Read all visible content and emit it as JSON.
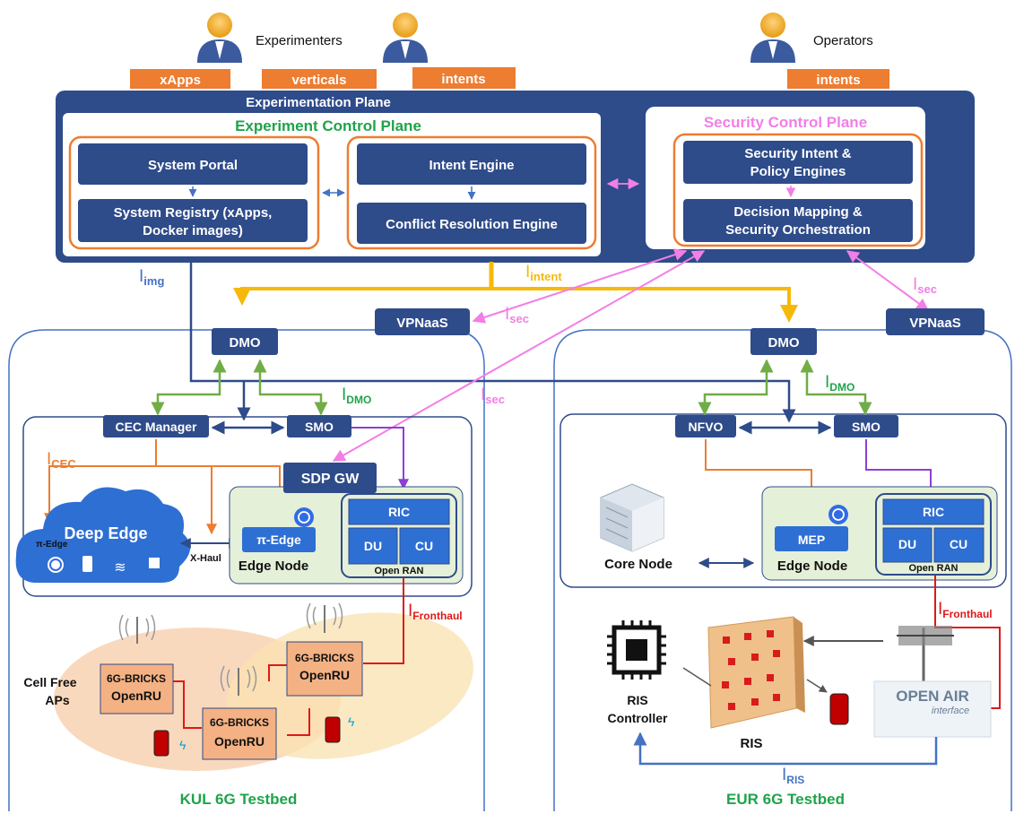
{
  "actors": {
    "experimenters": "Experimenters",
    "operators": "Operators"
  },
  "inputs": {
    "xapps": "xApps",
    "verticals": "verticals",
    "intents_exp": "intents",
    "intents_op": "intents"
  },
  "experimentation_plane": {
    "title": "Experimentation Plane",
    "ecp": {
      "title": "Experiment Control Plane",
      "system_portal": "System Portal",
      "system_registry_l1": "System Registry (xApps,",
      "system_registry_l2": "Docker images)",
      "intent_engine": "Intent Engine",
      "conflict_resolution": "Conflict Resolution Engine"
    },
    "scp": {
      "title": "Security Control Plane",
      "security_intent_l1": "Security Intent &",
      "security_intent_l2": "Policy Engines",
      "decision_mapping_l1": "Decision Mapping &",
      "decision_mapping_l2": "Security Orchestration"
    }
  },
  "interfaces": {
    "i": "I",
    "img": "img",
    "intent": "intent",
    "sec": "sec",
    "dmo": "DMO",
    "cec": "CEC",
    "fronthaul": "Fronthaul",
    "ris": "RIS"
  },
  "kul": {
    "vpnaas": "VPNaaS",
    "dmo": "DMO",
    "cec_manager": "CEC Manager",
    "smo": "SMO",
    "sdp_gw": "SDP GW",
    "deep_edge": "Deep Edge",
    "pi_edge_small": "π-Edge",
    "x_haul": "X-Haul",
    "pi_edge": "π-Edge",
    "edge_node": "Edge Node",
    "ric": "RIC",
    "du": "DU",
    "cu": "CU",
    "open_ran": "Open RAN",
    "cell_free_l1": "Cell Free",
    "cell_free_l2": "APs",
    "ru_brand": "6G-BRICKS",
    "ru_name": "OpenRU",
    "testbed": "KUL 6G Testbed"
  },
  "eur": {
    "vpnaas": "VPNaaS",
    "dmo": "DMO",
    "nfvo": "NFVO",
    "smo": "SMO",
    "core_node": "Core Node",
    "mep": "MEP",
    "edge_node": "Edge Node",
    "ric": "RIC",
    "du": "DU",
    "cu": "CU",
    "open_ran": "Open RAN",
    "ris_controller_l1": "RIS",
    "ris_controller_l2": "Controller",
    "ris": "RIS",
    "oai_l1": "OPEN AIR",
    "oai_l2": "interface",
    "testbed": "EUR 6G Testbed"
  },
  "colors": {
    "navy": "#2e4b8a",
    "orange": "#ed7d31",
    "green": "#1fa34a",
    "pink": "#f27ee6",
    "gold": "#f6b90a",
    "red": "#e01818",
    "olive": "#70ad47"
  }
}
